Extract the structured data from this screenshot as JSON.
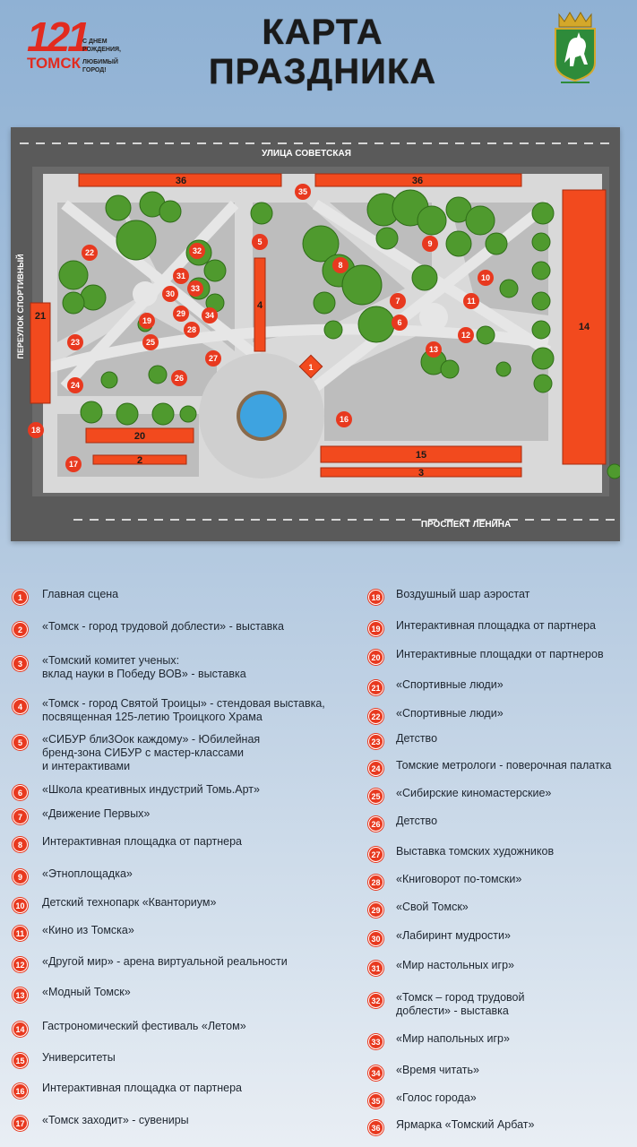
{
  "header": {
    "logo_number": "121",
    "logo_city": "ТОМСК",
    "logo_slogan_1": "С ДНЕМ РОЖДЕНИЯ,",
    "logo_slogan_2": "ЛЮБИМЫЙ ГОРОД!",
    "title": "КАРТА ПРАЗДНИКА"
  },
  "map": {
    "street_north": "УЛИЦА СОВЕТСКАЯ",
    "street_west": "ПЕРЕУЛОК СПОРТИВНЫЙ",
    "street_south": "ПРОСПЕКТ ЛЕНИНА",
    "colors": {
      "marker": "#e8391f",
      "tent": "#f24a1e",
      "tree": "#4f9a2e",
      "path": "#dcdcdc",
      "grass": "#bdbdbd",
      "road": "#5f5f5f",
      "water": "#3ea3e0"
    },
    "markers": [
      "1",
      "2",
      "3",
      "4",
      "5",
      "6",
      "7",
      "8",
      "9",
      "10",
      "11",
      "12",
      "13",
      "14",
      "15",
      "16",
      "17",
      "18",
      "19",
      "20",
      "21",
      "22",
      "23",
      "24",
      "25",
      "26",
      "27",
      "28",
      "29",
      "30",
      "31",
      "32",
      "33",
      "34",
      "35",
      "36"
    ]
  },
  "legend": {
    "left": [
      {
        "num": "1",
        "text": "Главная сцена"
      },
      {
        "num": "2",
        "text": "«Томск - город трудовой доблести» - выставка"
      },
      {
        "num": "3",
        "text": "«Томский комитет ученых:\nвклад науки в Победу ВОВ» - выставка"
      },
      {
        "num": "4",
        "text": "«Томск - город Святой Троицы» - стендовая выставка,\nпосвященная 125-летию Троицкого Храма"
      },
      {
        "num": "5",
        "text": "«СИБУР бли3Оок каждому» - Юбилейная\nбренд-зона СИБУР с мастер-классами\nи интерактивами"
      },
      {
        "num": "6",
        "text": "«Школа креативных индустрий Томь.Арт»"
      },
      {
        "num": "7",
        "text": "«Движение Первых»"
      },
      {
        "num": "8",
        "text": "Интерактивная площадка от партнера"
      },
      {
        "num": "9",
        "text": "«Этноплощадка»"
      },
      {
        "num": "10",
        "text": "Детский технопарк «Кванториум»"
      },
      {
        "num": "11",
        "text": "«Кино из Томска»"
      },
      {
        "num": "12",
        "text": "«Другой мир» - арена виртуальной реальности"
      },
      {
        "num": "13",
        "text": "«Модный Томск»"
      },
      {
        "num": "14",
        "text": "Гастрономический фестиваль «Летом»"
      },
      {
        "num": "15",
        "text": "Университеты"
      },
      {
        "num": "16",
        "text": "Интерактивная площадка от партнера"
      },
      {
        "num": "17",
        "text": "«Томск заходит» - сувениры"
      }
    ],
    "right": [
      {
        "num": "18",
        "text": "Воздушный шар аэростат"
      },
      {
        "num": "19",
        "text": "Интерактивная площадка от партнера"
      },
      {
        "num": "20",
        "text": "Интерактивные площадки от партнеров"
      },
      {
        "num": "21",
        "text": "«Спортивные люди»"
      },
      {
        "num": "22",
        "text": "«Спортивные люди»"
      },
      {
        "num": "23",
        "text": "Детство"
      },
      {
        "num": "24",
        "text": "Томские метрологи - поверочная палатка"
      },
      {
        "num": "25",
        "text": "«Сибирские киномастерские»"
      },
      {
        "num": "26",
        "text": "Детство"
      },
      {
        "num": "27",
        "text": "Выставка томских художников"
      },
      {
        "num": "28",
        "text": "«Книговорот по-томски»"
      },
      {
        "num": "29",
        "text": "«Свой Томск»"
      },
      {
        "num": "30",
        "text": "«Лабиринт мудрости»"
      },
      {
        "num": "31",
        "text": "«Мир настольных игр»"
      },
      {
        "num": "32",
        "text": "«Томск – город трудовой\nдоблести» - выставка"
      },
      {
        "num": "33",
        "text": "«Мир напольных игр»"
      },
      {
        "num": "34",
        "text": "«Время читать»"
      },
      {
        "num": "35",
        "text": "«Голос города»"
      },
      {
        "num": "36",
        "text": "Ярмарка «Томский Арбат»"
      }
    ]
  }
}
